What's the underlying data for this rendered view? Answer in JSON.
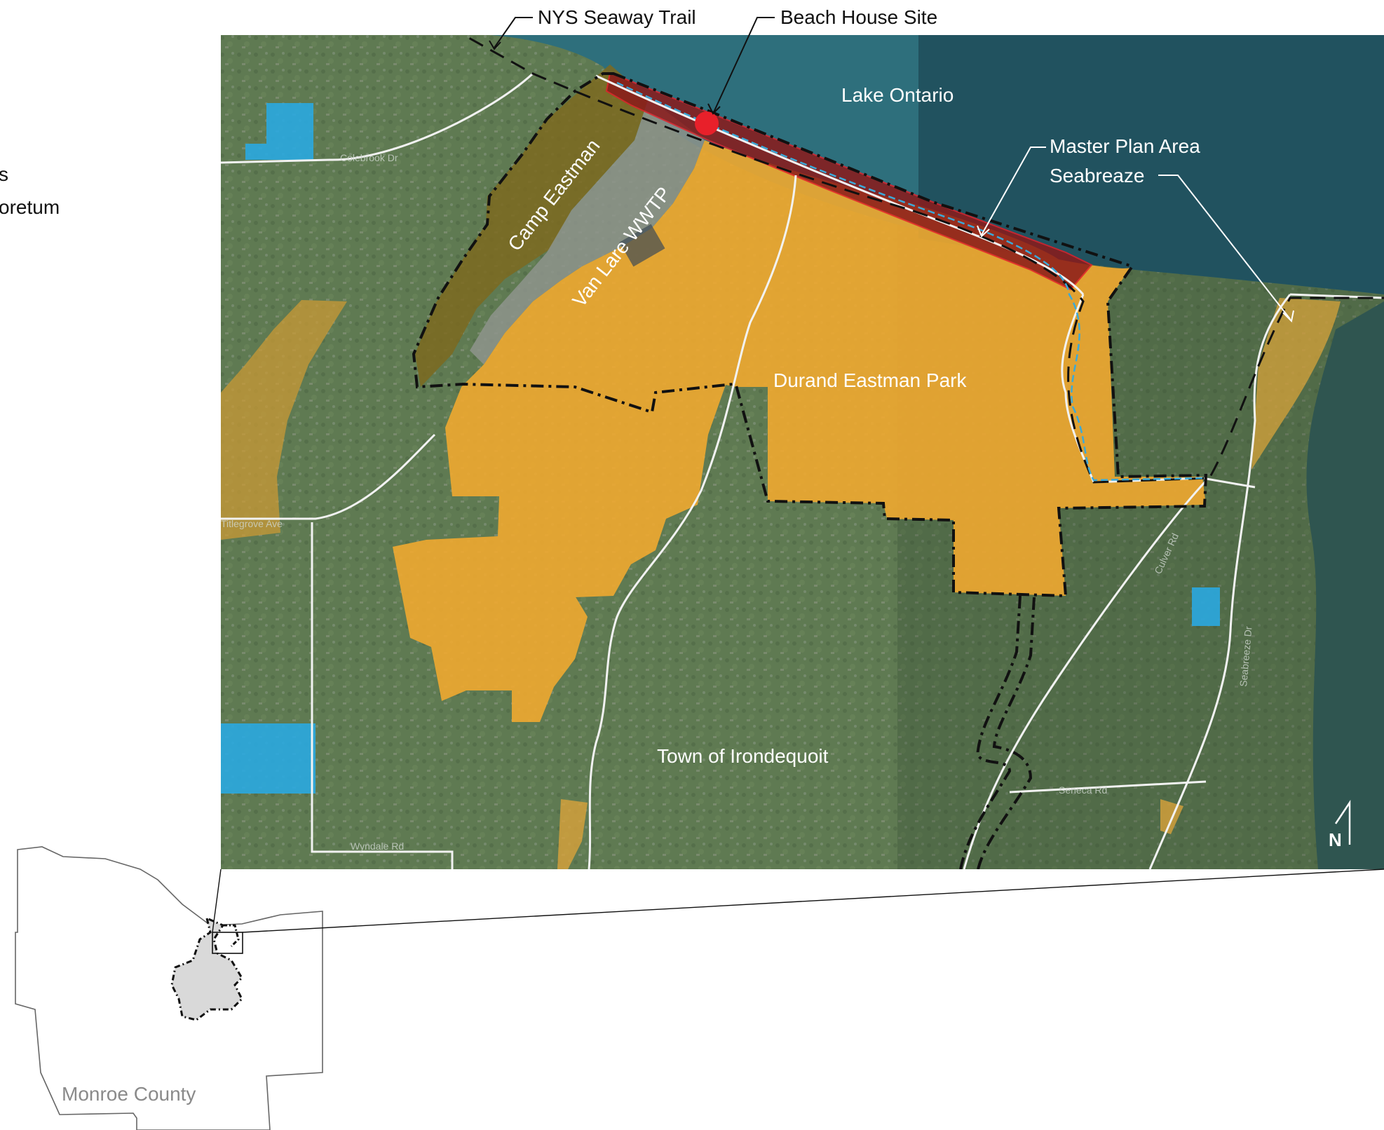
{
  "legend_fragments": {
    "line1": "s",
    "line2": "oretum"
  },
  "callouts": {
    "seaway_trail": "NYS Seaway Trail",
    "beach_house": "Beach House Site",
    "master_plan_line1": "Master Plan Area",
    "master_plan_line2": "Seabreaze"
  },
  "areas": {
    "lake": "Lake Ontario",
    "camp_eastman": "Camp Eastman",
    "van_lare": "Van Lare WWTP",
    "durand_park": "Durand Eastman Park",
    "irondequoit": "Town of Irondequoit"
  },
  "roads": {
    "colebrook": "Colebrook Dr",
    "titlegrove": "Titlegrove Ave",
    "culver": "Culver Rd",
    "wyndale": "Wyndale Rd",
    "seneca": "Seneca Rd",
    "seabreeze": "Seabreeze Dr"
  },
  "inset": {
    "county_label": "Monroe County"
  },
  "north_label": "N",
  "colors": {
    "lake": "#2e6f7c",
    "lake_deep": "#1f4d5a",
    "land": "#5f7a52",
    "park_fill": "#f0a830",
    "study_area": "#8b1a1a",
    "beach_marker": "#e8202a",
    "recreation": "#2aa8e0",
    "trail_blue": "#3aa9d9",
    "inset_fill": "#d9d9d9"
  }
}
